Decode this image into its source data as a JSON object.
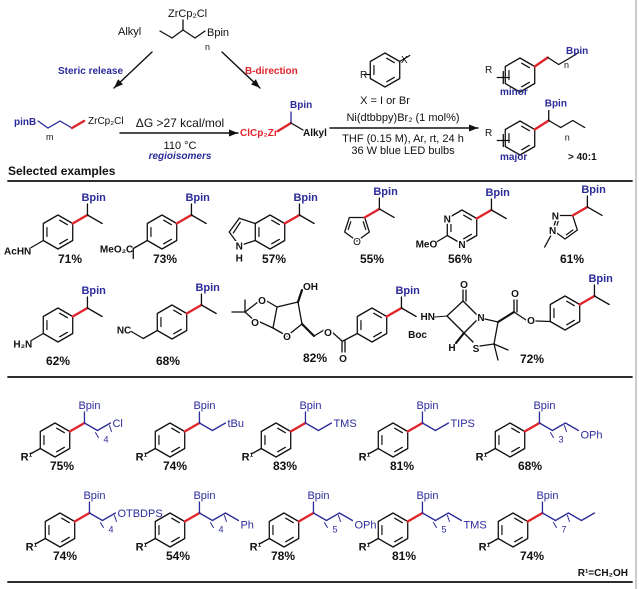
{
  "scheme": {
    "zr_reagent": "ZrCp₂Cl",
    "alkyl": "Alkyl",
    "bpin": "Bpin",
    "n": "n",
    "m": "m",
    "steric_release": "Steric release",
    "b_direction": "B-direction",
    "pinb": "pinB",
    "zr_left": "ZrCp₂Cl",
    "delta_g": "ΔG >27 kcal/mol",
    "temp": "110 °C",
    "regioisomers": "regioisomers",
    "zr_right": "ClCp₂Zr",
    "alkyl_right": "Alkyl",
    "aryl_r": "R",
    "aryl_x": "X",
    "x_def": "X = I or Br",
    "catalyst": "Ni(dtbbpy)Br₂ (1 mol%)",
    "conditions": "THF (0.15 M), Ar, rt, 24 h",
    "light": "36 W blue LED bulbs",
    "minor": "minor",
    "major": "major",
    "ratio": "> 40:1"
  },
  "section_title": "Selected examples",
  "bpin": "Bpin",
  "r1": "R¹",
  "footnote": "R¹=CH₂OH",
  "colors": {
    "blue": "#2b2b9a",
    "red": "#e0242b",
    "ink": "#111111"
  },
  "examples": [
    {
      "yield": "71%",
      "sub": "AcHN"
    },
    {
      "yield": "73%",
      "sub": "MeO₂C"
    },
    {
      "yield": "57%",
      "atoms": [
        "N",
        "H"
      ]
    },
    {
      "yield": "55%",
      "atoms": [
        "O"
      ]
    },
    {
      "yield": "56%",
      "sub": "MeO",
      "atoms": [
        "N",
        "N"
      ]
    },
    {
      "yield": "61%",
      "atoms": [
        "N",
        "N"
      ]
    },
    {
      "yield": "62%",
      "sub": "H₂N"
    },
    {
      "yield": "68%",
      "sub": "NC"
    },
    {
      "yield": "82%",
      "atoms": [
        "O",
        "O",
        "O",
        "OH",
        "O",
        "O"
      ]
    },
    {
      "yield": "72%",
      "atoms": [
        "O",
        "HN",
        "Boc",
        "H",
        "N",
        "S",
        "O",
        "O"
      ]
    }
  ],
  "chains": [
    {
      "yield": "75%",
      "n": "4",
      "end": "Cl"
    },
    {
      "yield": "74%",
      "n": "",
      "end": "tBu"
    },
    {
      "yield": "83%",
      "n": "",
      "end": "TMS"
    },
    {
      "yield": "81%",
      "n": "",
      "end": "TIPS"
    },
    {
      "yield": "68%",
      "n": "3",
      "end": "OPh"
    },
    {
      "yield": "74%",
      "n": "4",
      "end": "OTBDPS"
    },
    {
      "yield": "54%",
      "n": "4",
      "end": "Ph"
    },
    {
      "yield": "78%",
      "n": "5",
      "end": "OPh"
    },
    {
      "yield": "81%",
      "n": "5",
      "end": "TMS"
    },
    {
      "yield": "74%",
      "n": "7",
      "end": ""
    }
  ]
}
